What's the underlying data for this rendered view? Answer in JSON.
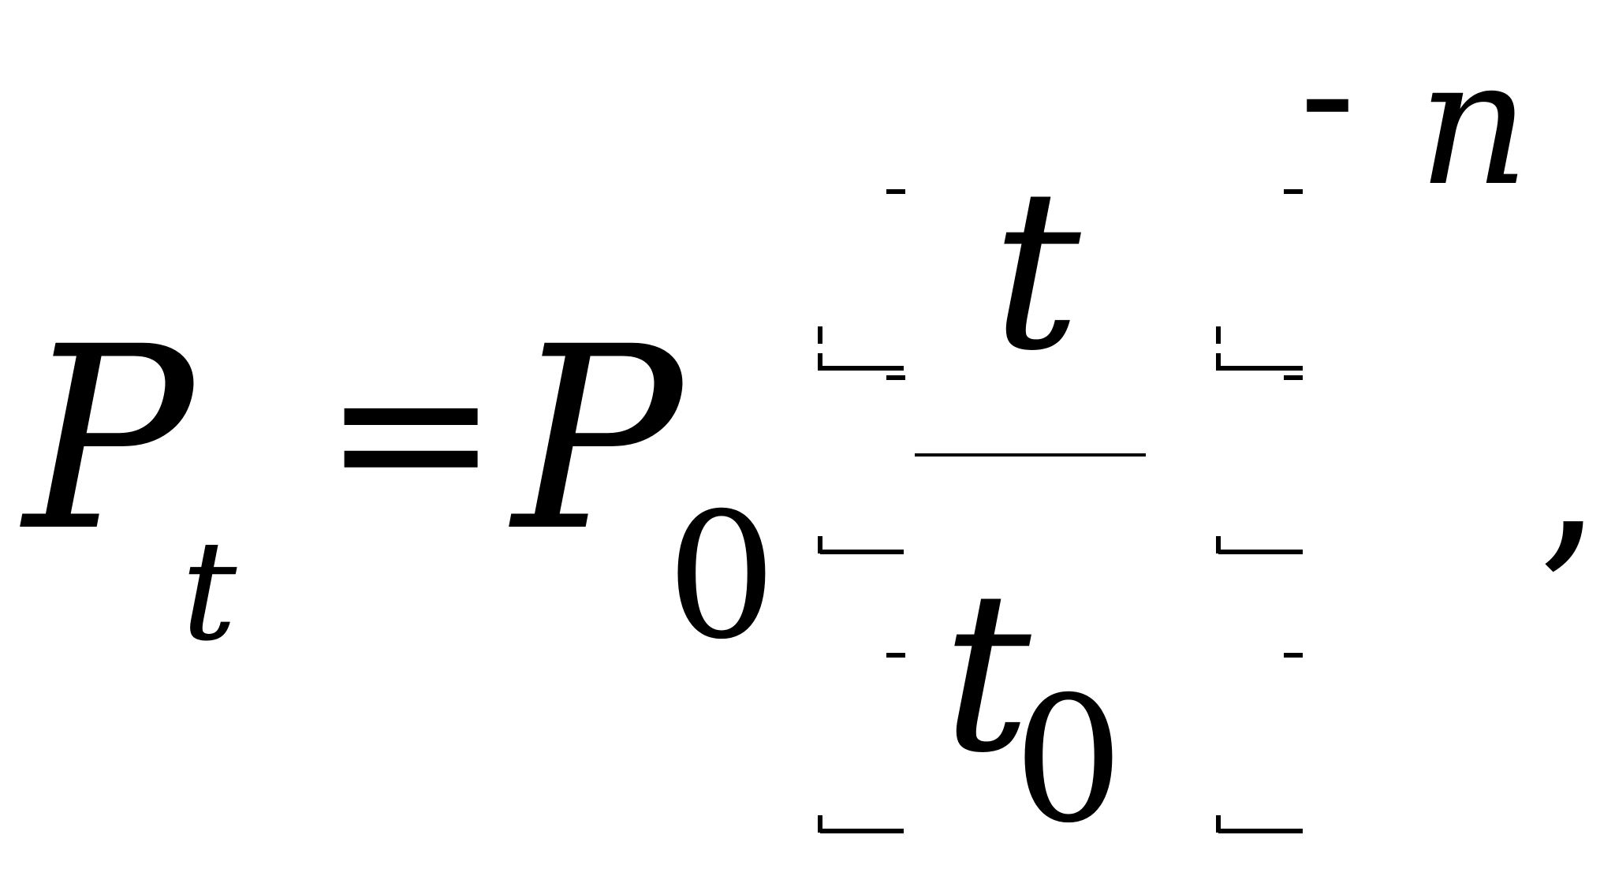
{
  "formula": {
    "lhs_base": "P",
    "lhs_subscript": "t",
    "equals": "=",
    "rhs_base": "P",
    "rhs_subscript": "0",
    "fraction_numerator": "t",
    "fraction_denominator_base": "t",
    "fraction_denominator_subscript": "0",
    "exponent_sign": "-",
    "exponent_variable": "n",
    "trailing_punctuation": ","
  },
  "colors": {
    "ink": "#000000",
    "background": "#ffffff"
  }
}
